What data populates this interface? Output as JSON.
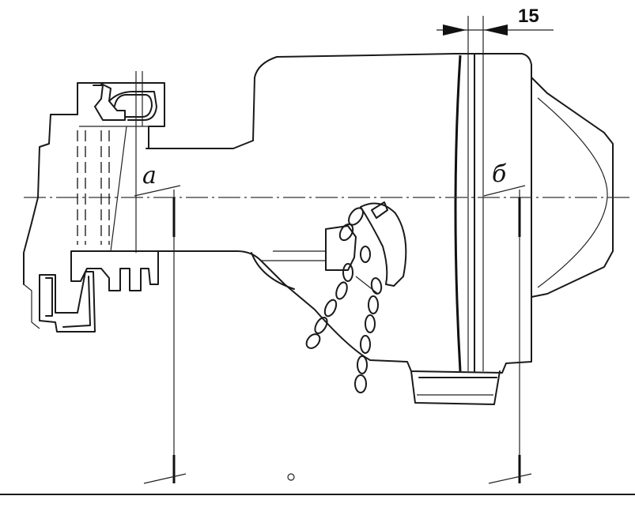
{
  "labels": {
    "a": "a",
    "b": "б",
    "dimension_15": "15"
  }
}
